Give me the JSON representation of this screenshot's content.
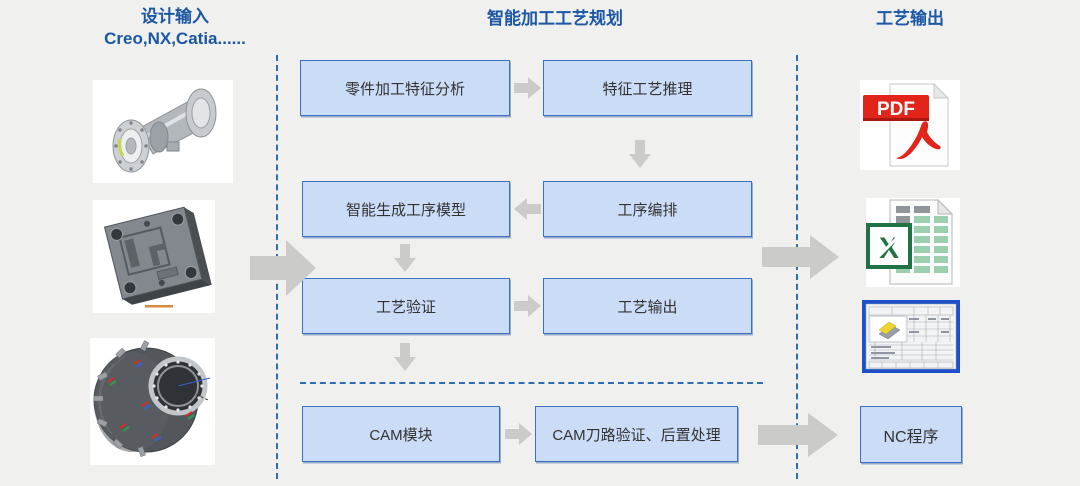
{
  "titles": {
    "design_input": "设计输入",
    "design_tools": "Creo,NX,Catia......",
    "planning": "智能加工工艺规划",
    "output": "工艺输出"
  },
  "flow_boxes": {
    "feature_analysis": "零件加工特征分析",
    "process_reasoning": "特征工艺推理",
    "generate_op_model": "智能生成工序模型",
    "op_sequencing": "工序编排",
    "process_verification": "工艺验证",
    "process_output": "工艺输出",
    "cam_module": "CAM模块",
    "cam_toolpath": "CAM刀路验证、后置处理",
    "nc_program": "NC程序"
  },
  "output_icons": {
    "pdf_label": "PDF",
    "excel_x": "X"
  },
  "input_images": {
    "first": "shaft-coupling-cad-model",
    "second": "mold-plate-cad-model",
    "third": "engine-casing-cad-model"
  },
  "colors": {
    "header_text": "#1c57a5",
    "box_fill": "#cbdcf6",
    "box_border": "#3f6fc1",
    "arrow_gray": "#cbcbc9",
    "dashed_line": "#2e6db1",
    "pdf_red": "#e1251b",
    "excel_green": "#217346",
    "card_border_blue": "#1d50c8"
  }
}
